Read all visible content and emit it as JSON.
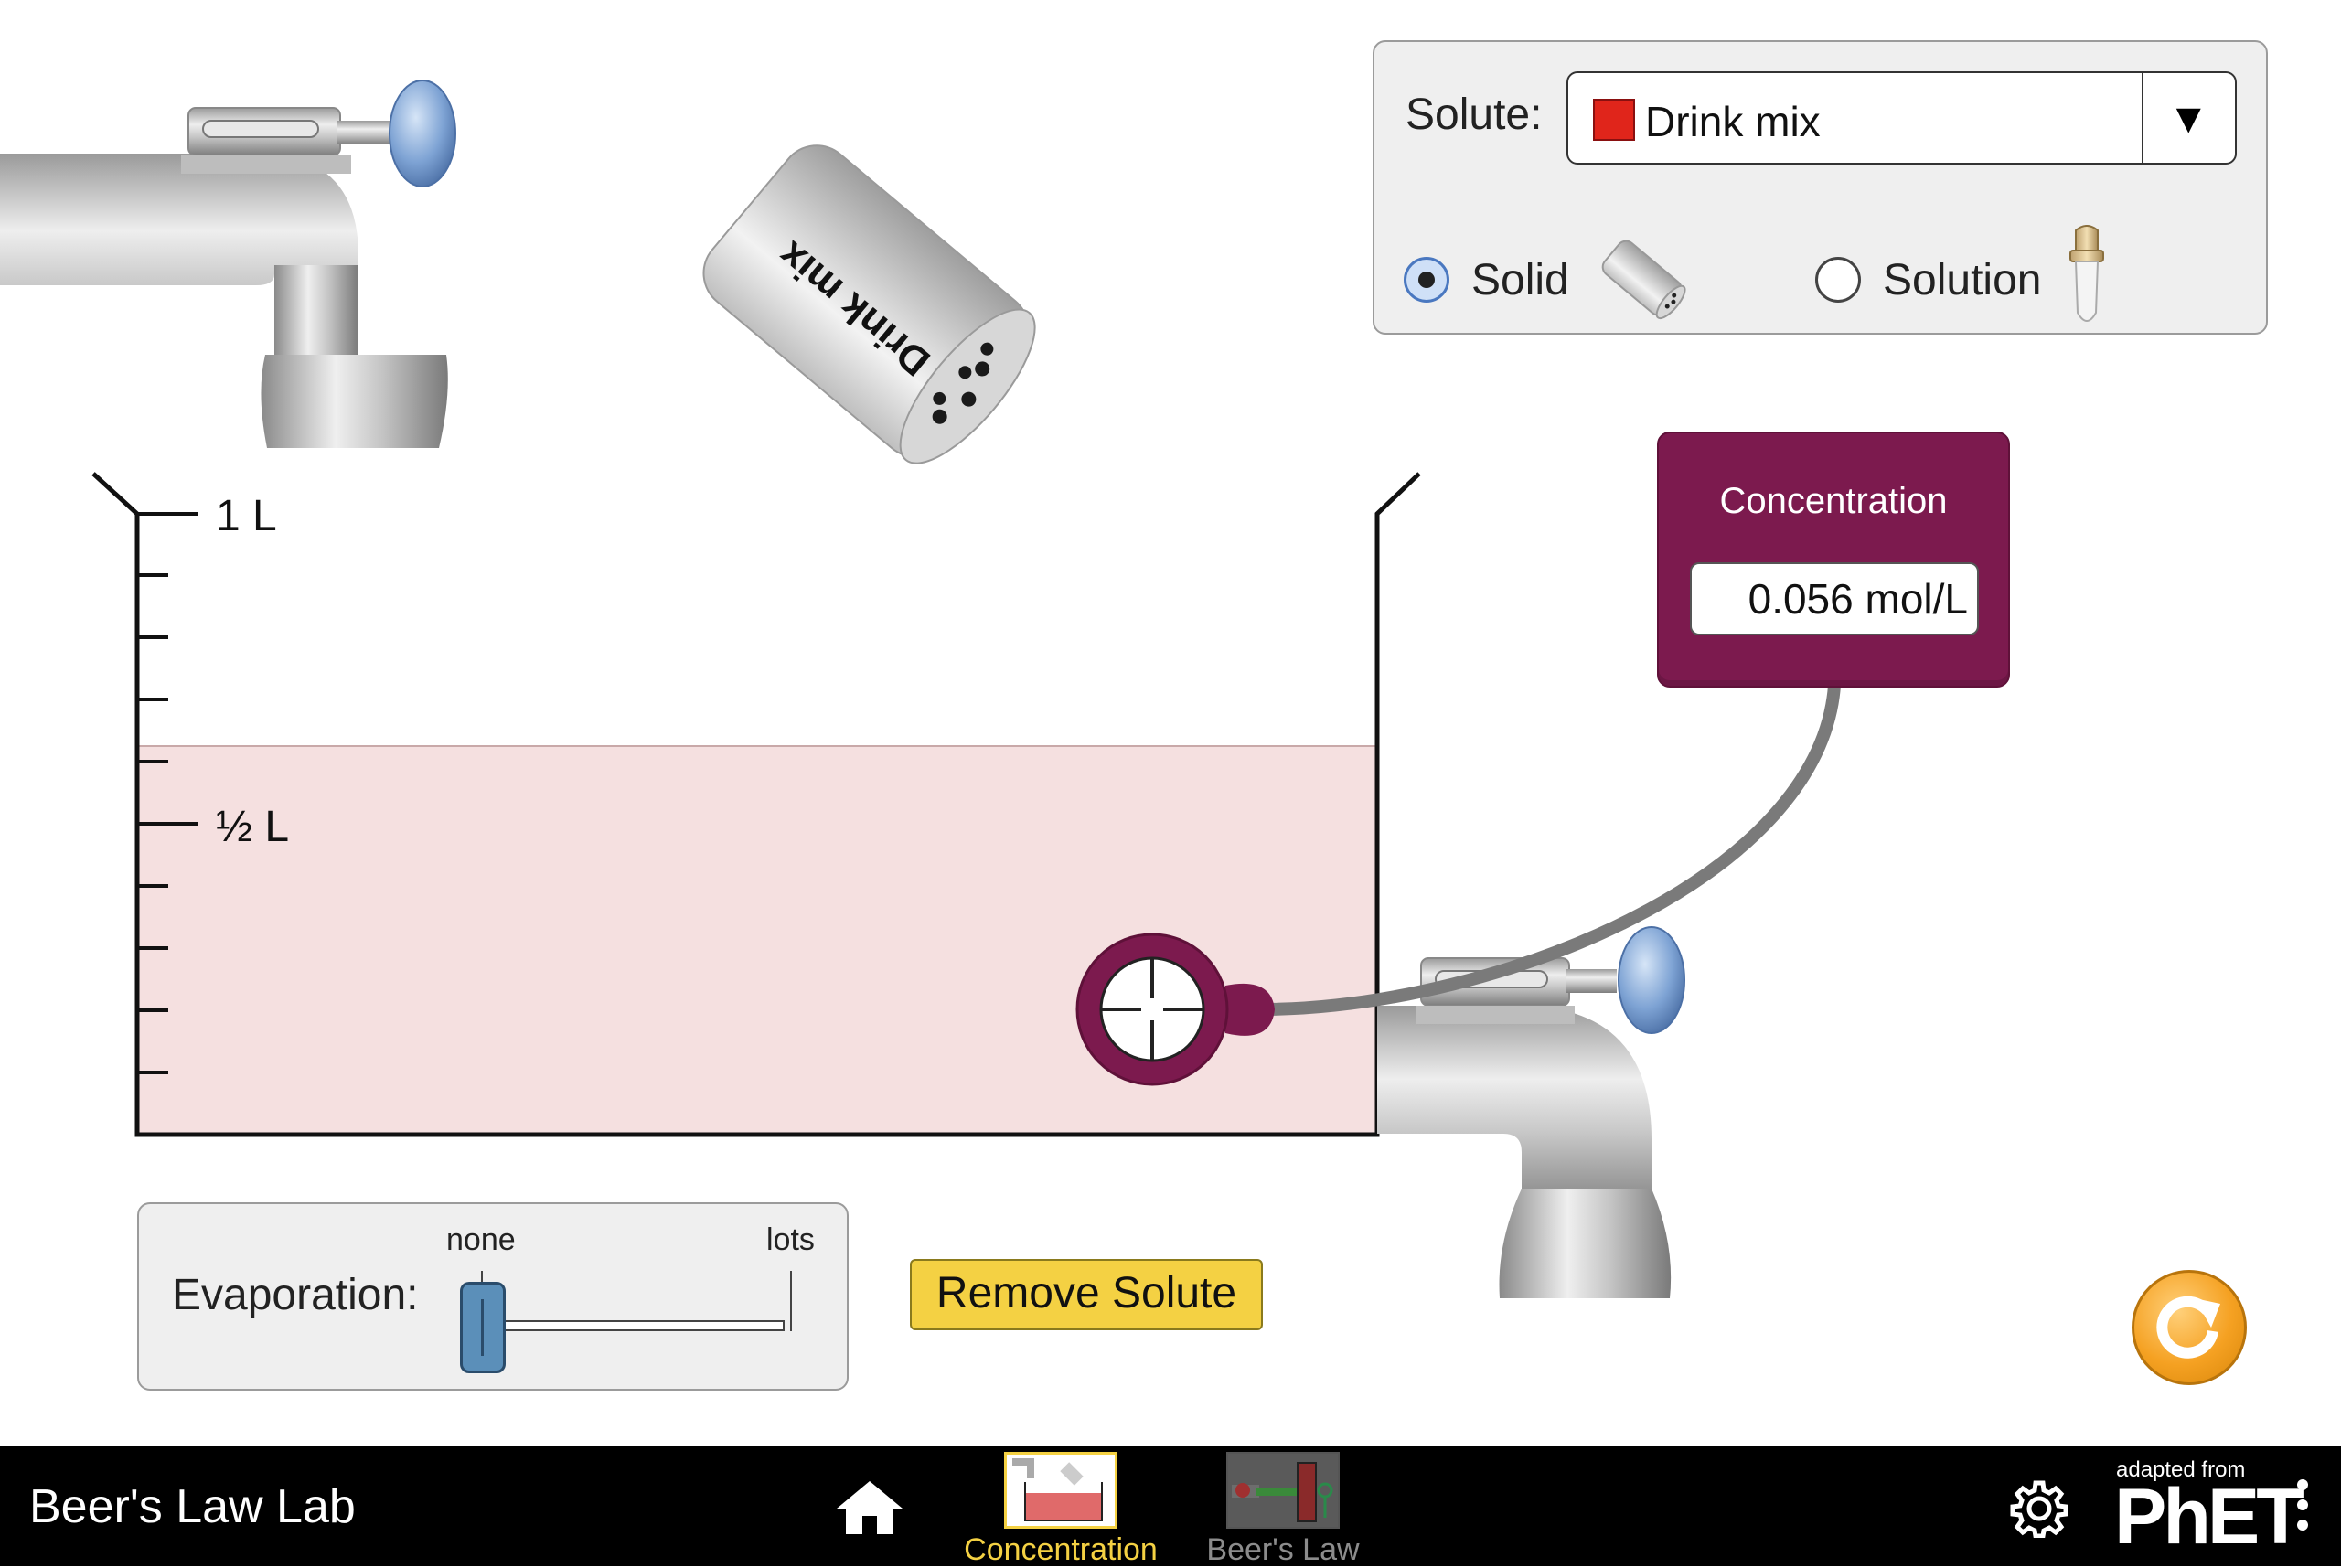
{
  "solute_panel": {
    "label": "Solute:",
    "selected": "Drink mix",
    "selected_color": "#e0251b",
    "form_options": [
      {
        "label": "Solid",
        "selected": true
      },
      {
        "label": "Solution",
        "selected": false
      }
    ]
  },
  "shaker": {
    "label": "Drink mix"
  },
  "beaker": {
    "marks": [
      "1 L",
      "½ L"
    ],
    "solution_color": "#f5e0e0"
  },
  "concentration_meter": {
    "title": "Concentration",
    "value": "0.056 mol/L",
    "color": "#7c1a4e"
  },
  "evaporation": {
    "label": "Evaporation:",
    "min_label": "none",
    "max_label": "lots",
    "value": 0
  },
  "remove_solute_label": "Remove Solute",
  "navbar": {
    "title": "Beer's Law Lab",
    "screens": [
      {
        "label": "Concentration",
        "selected": true,
        "color": "#f4d143"
      },
      {
        "label": "Beer's Law",
        "selected": false,
        "color": "#8c8c8c"
      }
    ],
    "brand_small": "adapted from",
    "brand": "PhET"
  }
}
